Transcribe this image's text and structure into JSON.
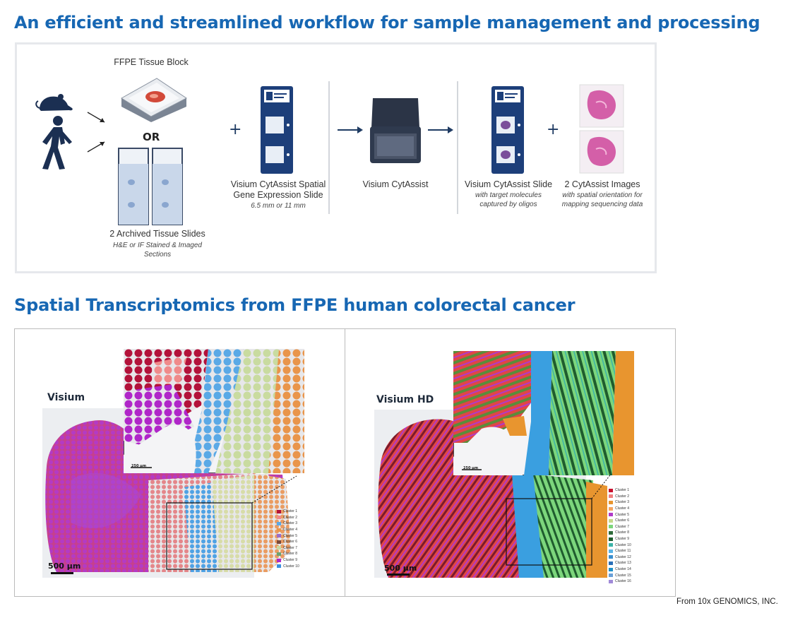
{
  "heading_workflow": "An efficient and streamlined workflow for sample management and processing",
  "heading_spatial": "Spatial Transcriptomics from FFPE human colorectal cancer",
  "workflow": {
    "block_label": "FFPE Tissue Block",
    "or_label": "OR",
    "slides_label": "2 Archived Tissue Slides",
    "slides_sub": "H&E or IF Stained & Imaged Sections",
    "plus": "+",
    "gex_slide_label": "Visium CytAssist Spatial Gene Expression Slide",
    "gex_slide_sub": "6.5 mm or 11 mm",
    "instrument_label": "Visium CytAssist",
    "captured_label": "Visium CytAssist Slide",
    "captured_sub": "with target molecules captured by oligos",
    "images_label": "2 CytAssist Images",
    "images_sub": "with spatial orientation for mapping sequencing data"
  },
  "visium": {
    "title": "Visium",
    "scale_main": "500 µm",
    "scale_inset": "250 µm",
    "legend": [
      {
        "label": "Cluster 1",
        "color": "#b3123a"
      },
      {
        "label": "Cluster 2",
        "color": "#f08a8a"
      },
      {
        "label": "Cluster 3",
        "color": "#5aa9e6"
      },
      {
        "label": "Cluster 4",
        "color": "#e9954b"
      },
      {
        "label": "Cluster 5",
        "color": "#9b6cc9"
      },
      {
        "label": "Cluster 6",
        "color": "#7a4a3a"
      },
      {
        "label": "Cluster 7",
        "color": "#c9dba0"
      },
      {
        "label": "Cluster 8",
        "color": "#6fa36f"
      },
      {
        "label": "Cluster 9",
        "color": "#b026c9"
      },
      {
        "label": "Cluster 10",
        "color": "#3b8fe0"
      }
    ]
  },
  "visium_hd": {
    "title": "Visium HD",
    "scale_main": "500 µm",
    "scale_inset": "250 µm",
    "legend": [
      {
        "label": "Cluster 1",
        "color": "#c8102e"
      },
      {
        "label": "Cluster 2",
        "color": "#f08080"
      },
      {
        "label": "Cluster 3",
        "color": "#e8952f"
      },
      {
        "label": "Cluster 4",
        "color": "#f4a460"
      },
      {
        "label": "Cluster 5",
        "color": "#b03ac8"
      },
      {
        "label": "Cluster 6",
        "color": "#c6d98a"
      },
      {
        "label": "Cluster 7",
        "color": "#7cd67c"
      },
      {
        "label": "Cluster 8",
        "color": "#2e6b3a"
      },
      {
        "label": "Cluster 9",
        "color": "#1f5c2e"
      },
      {
        "label": "Cluster 10",
        "color": "#3cb4a8"
      },
      {
        "label": "Cluster 11",
        "color": "#5ab4e6"
      },
      {
        "label": "Cluster 12",
        "color": "#3a8fd0"
      },
      {
        "label": "Cluster 13",
        "color": "#2a6fb8"
      },
      {
        "label": "Cluster 14",
        "color": "#1e90c8"
      },
      {
        "label": "Cluster 15",
        "color": "#6aa0d8"
      },
      {
        "label": "Cluster 16",
        "color": "#a08ad8"
      }
    ]
  },
  "credit": "From 10x GENOMICS, INC."
}
